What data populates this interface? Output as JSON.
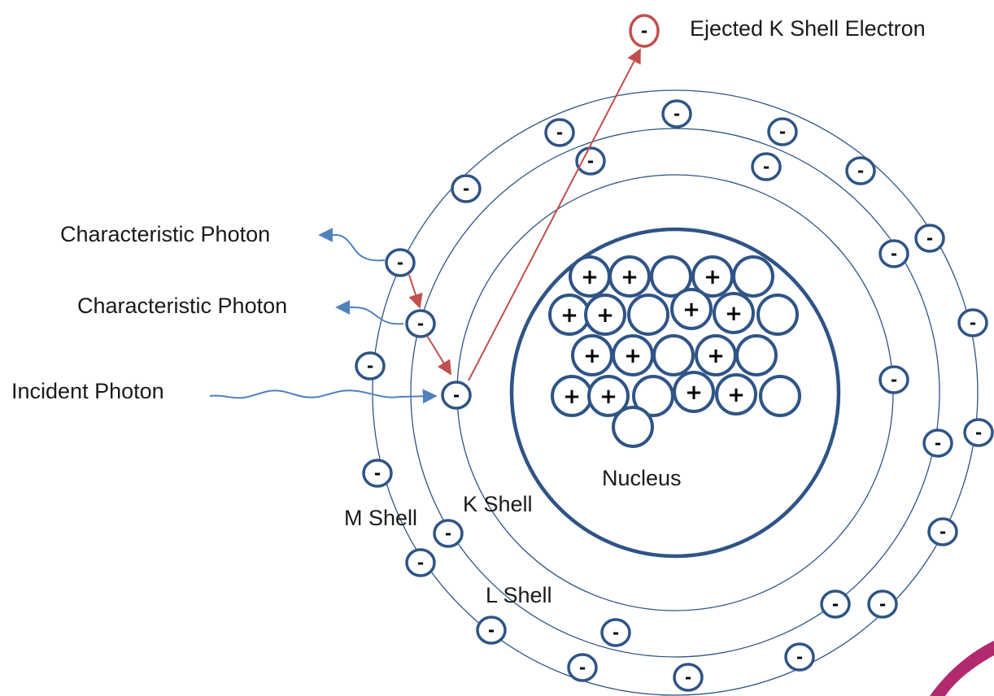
{
  "labels": {
    "ejected": "Ejected K Shell Electron",
    "characteristic_1": "Characteristic Photon",
    "characteristic_2": "Characteristic Photon",
    "incident": "Incident Photon",
    "nucleus": "Nucleus",
    "k_shell": "K Shell",
    "l_shell": "L Shell",
    "m_shell": "M Shell"
  },
  "symbols": {
    "electron": "-",
    "proton": "+"
  },
  "colors": {
    "shell_line": "#2f5486",
    "particle_outline": "#2f5486",
    "transition_arrow": "#c0504d",
    "photon_wave": "#4f81bd",
    "ejected_outline": "#c0504d",
    "accent_swoosh": "#b22a6e"
  }
}
